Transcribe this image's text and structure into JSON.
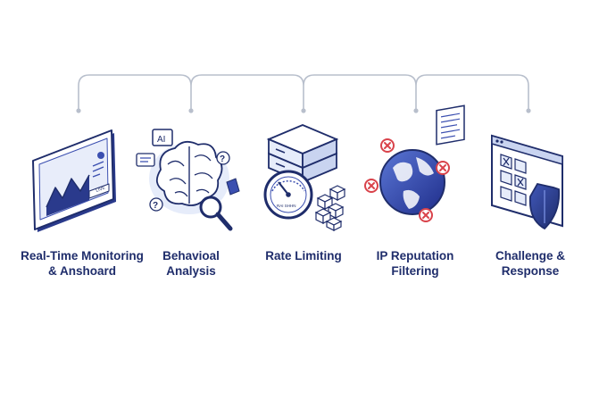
{
  "steps": [
    {
      "name": "real-time-monitoring",
      "line1": "Real-Time Monitoring",
      "line2": "& Anshoard"
    },
    {
      "name": "behavioral-analysis",
      "line1": "Behavioal",
      "line2": "Analysis"
    },
    {
      "name": "rate-limiting",
      "line1": "Rate Limiting",
      "line2": ""
    },
    {
      "name": "ip-reputation-filtering",
      "line1": "IP Reputation",
      "line2": "Filtering"
    },
    {
      "name": "challenge-response",
      "line1": "Challenge &",
      "line2": "Response"
    }
  ],
  "icons": {
    "ai_badge": "AI",
    "dashboard_badge": "LIVE",
    "gauge_text": "RAI SHHN"
  },
  "colors": {
    "navy": "#1f2d6b",
    "blue": "#3b4fb0",
    "light_blue": "#dfe6f7",
    "connector": "#b8bfcc",
    "block_red": "#d9434b"
  }
}
